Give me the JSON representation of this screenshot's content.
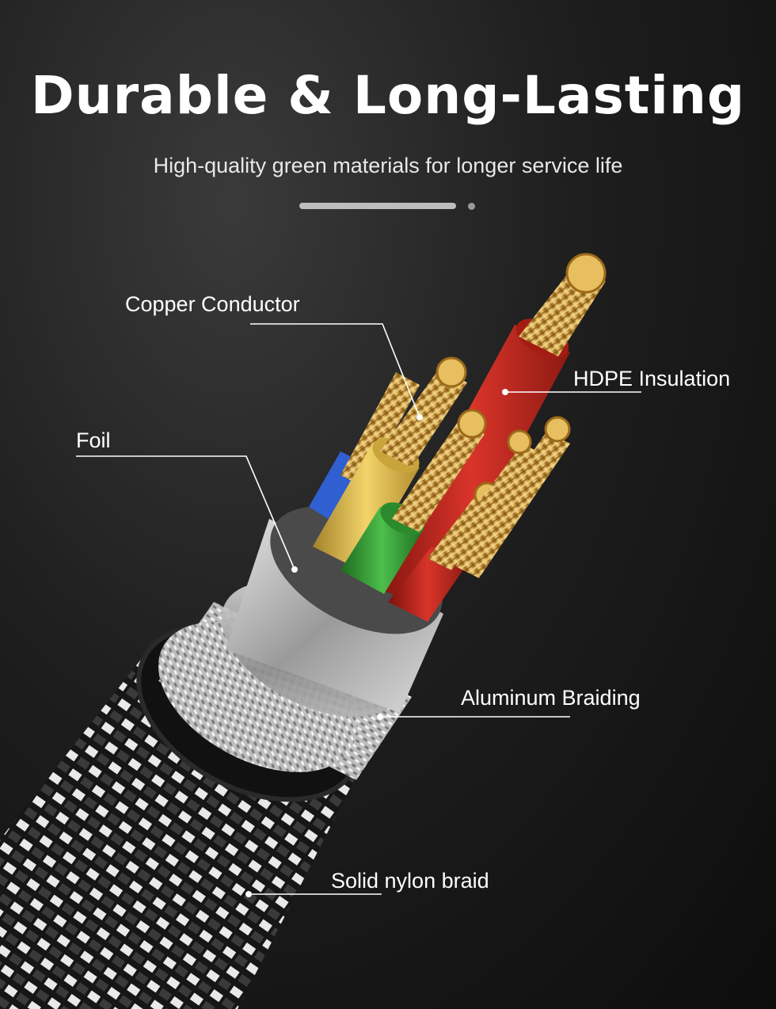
{
  "header": {
    "title": "Durable & Long-Lasting",
    "subtitle": "High-quality green materials for longer service life"
  },
  "pager": {
    "active_color": "#bdbdbd",
    "inactive_color": "#9a9a9a"
  },
  "labels": {
    "copper": "Copper Conductor",
    "hdpe": "HDPE Insulation",
    "foil": "Foil",
    "aluminum": "Aluminum Braiding",
    "nylon": "Solid nylon braid"
  },
  "colors": {
    "copper": "#d9a441",
    "red_insulation": "#c8261e",
    "yellow_insulation": "#e8c24a",
    "green_insulation": "#3aa13a",
    "blue_insulation": "#2f5fd0",
    "foil": "#b9b9b9"
  }
}
